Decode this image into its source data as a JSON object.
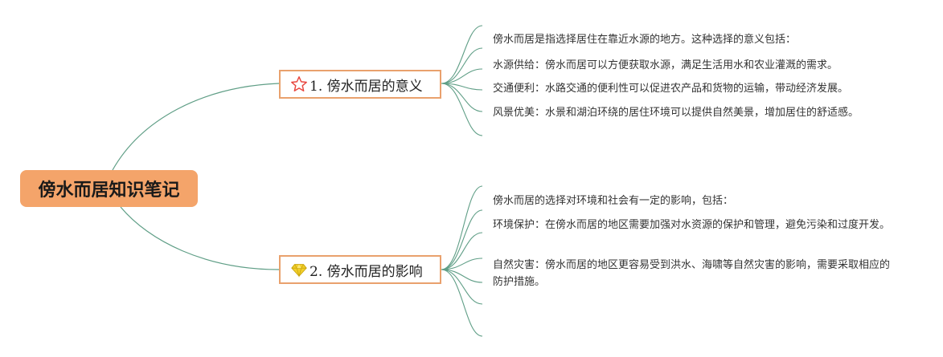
{
  "root": {
    "title": "傍水而居知识笔记"
  },
  "branches": [
    {
      "label": "1. 傍水而居的意义",
      "icon": "star-outline-icon",
      "items": [
        "傍水而居是指选择居住在靠近水源的地方。这种选择的意义包括：",
        "水源供给：傍水而居可以方便获取水源，满足生活用水和农业灌溉的需求。",
        "交通便利：水路交通的便利性可以促进农产品和货物的运输，带动经济发展。",
        "风景优美：水景和湖泊环绕的居住环境可以提供自然美景，增加居住的舒适感。"
      ]
    },
    {
      "label": "2. 傍水而居的影响",
      "icon": "diamond-gem-icon",
      "items": [
        "傍水而居的选择对环境和社会有一定的影响，包括：",
        "环境保护：在傍水而居的地区需要加强对水资源的保护和管理，避免污染和过度开发。",
        "自然灾害：傍水而居的地区更容易受到洪水、海啸等自然灾害的影响，需要采取相应的防护措施。"
      ]
    }
  ],
  "colors": {
    "root_fill": "#f4a46a",
    "branch_border": "#e9a16d",
    "connector": "#5f9e86",
    "star": "#e8473f",
    "gem": "#f2cf2a"
  }
}
